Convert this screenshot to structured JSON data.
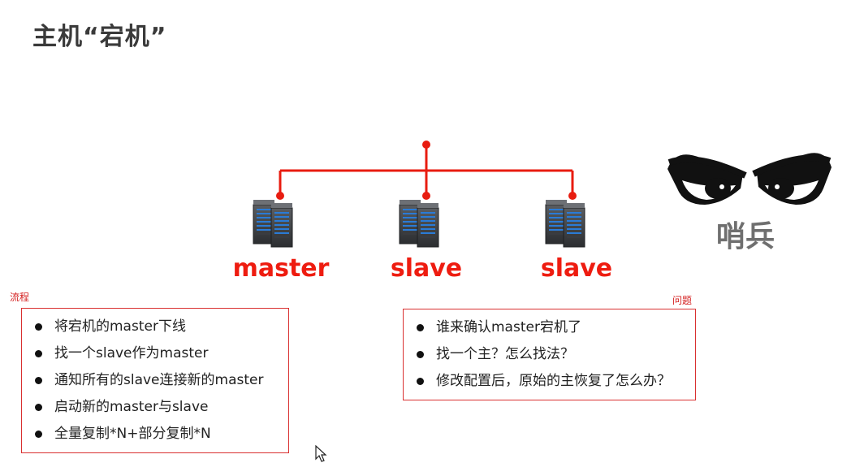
{
  "slide": {
    "title": "主机“宕机”"
  },
  "diagram": {
    "line_color": "#e81c10",
    "servers": [
      {
        "label": "master"
      },
      {
        "label": "slave"
      },
      {
        "label": "slave"
      }
    ],
    "sentinel": {
      "label": "哨兵",
      "icon": "angry-eyes-icon"
    }
  },
  "process": {
    "caption": "流程",
    "items": [
      "将宕机的master下线",
      "找一个slave作为master",
      "通知所有的slave连接新的master",
      "启动新的master与slave",
      "全量复制*N+部分复制*N"
    ]
  },
  "problems": {
    "caption": "问题",
    "items": [
      "谁来确认master宕机了",
      "找一个主？怎么找法？",
      "修改配置后，原始的主恢复了怎么办？"
    ]
  }
}
